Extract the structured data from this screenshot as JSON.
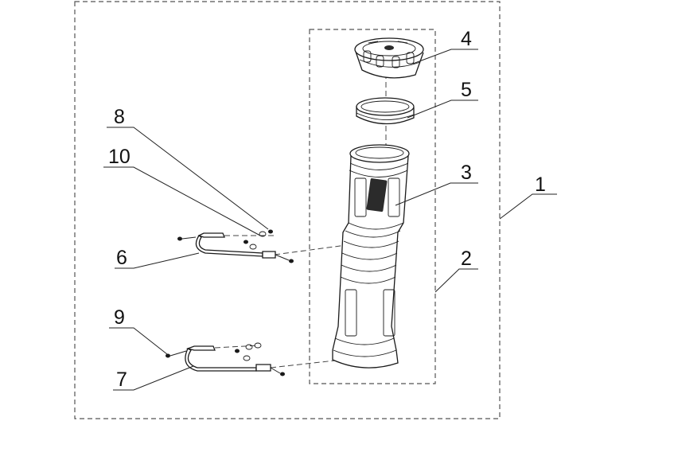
{
  "callouts": [
    {
      "id": "c1",
      "label": "1"
    },
    {
      "id": "c2",
      "label": "2"
    },
    {
      "id": "c3",
      "label": "3"
    },
    {
      "id": "c4",
      "label": "4"
    },
    {
      "id": "c5",
      "label": "5"
    },
    {
      "id": "c6",
      "label": "6"
    },
    {
      "id": "c7",
      "label": "7"
    },
    {
      "id": "c8",
      "label": "8"
    },
    {
      "id": "c9",
      "label": "9"
    },
    {
      "id": "c10",
      "label": "10"
    }
  ],
  "colors": {
    "line": "#1a1a1a",
    "frame": "#555555",
    "background": "#ffffff"
  }
}
